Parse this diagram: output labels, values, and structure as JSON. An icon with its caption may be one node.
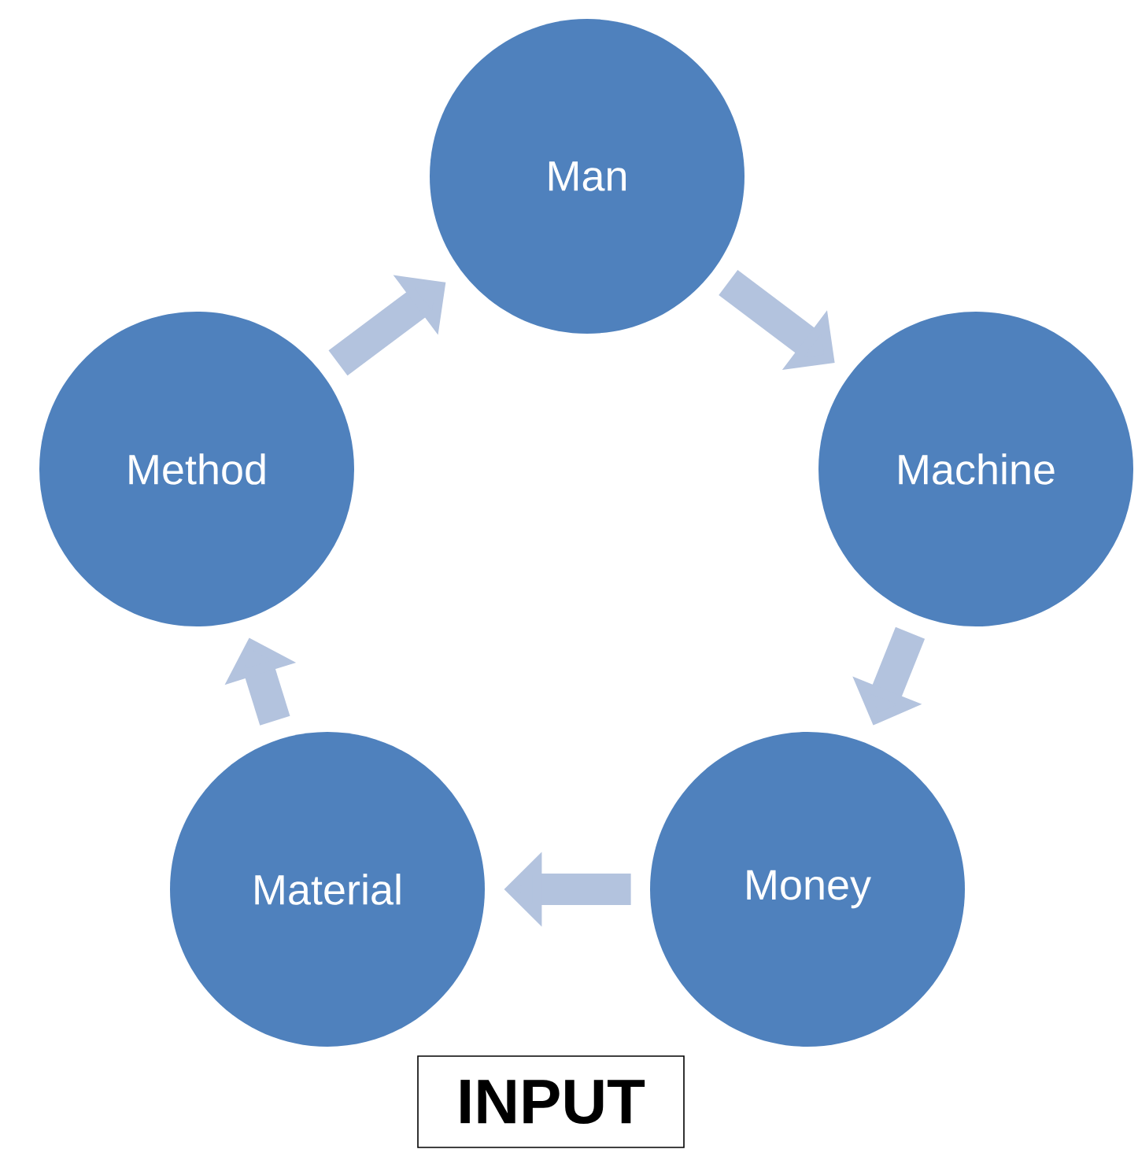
{
  "diagram": {
    "nodes": [
      {
        "text": [
          "Man"
        ]
      },
      {
        "text": [
          "Machine"
        ]
      },
      {
        "text": [
          "Money"
        ]
      },
      {
        "text": [
          "Material"
        ]
      },
      {
        "text": [
          "Method"
        ]
      },
      {
        "text": [
          "INPUT"
        ]
      }
    ],
    "edges": [
      {
        "from": 0,
        "to": 1,
        "arrow": "to"
      },
      {
        "from": 1,
        "to": 2,
        "arrow": "to"
      },
      {
        "from": 2,
        "to": 3,
        "arrow": "to"
      },
      {
        "from": 3,
        "to": 4,
        "arrow": "to"
      },
      {
        "from": 4,
        "to": 0,
        "arrow": "to"
      }
    ]
  }
}
